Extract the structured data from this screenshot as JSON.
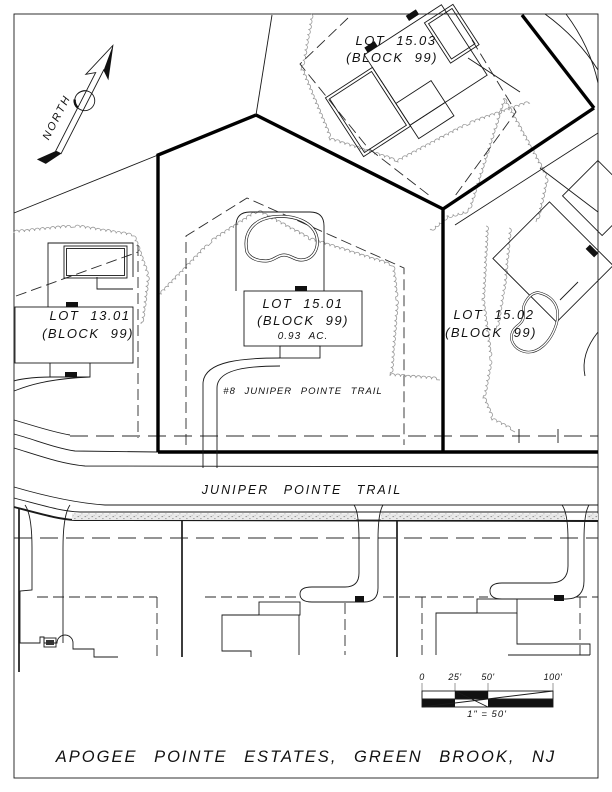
{
  "north": {
    "label": "NORTH"
  },
  "lots": {
    "lot_15_03": {
      "name": "LOT 15.03",
      "block": "(BLOCK 99)"
    },
    "lot_13_01": {
      "name": "LOT 13.01",
      "block": "(BLOCK 99)"
    },
    "lot_15_01": {
      "name": "LOT 15.01",
      "block": "(BLOCK 99)",
      "area": "0.93 AC."
    },
    "lot_15_02": {
      "name": "LOT 15.02",
      "block": "(BLOCK 99)"
    }
  },
  "street": {
    "name": "JUNIPER POINTE TRAIL",
    "address_label": "#8 JUNIPER POINTE TRAIL"
  },
  "scale_bar": {
    "ticks": [
      "0",
      "25'",
      "50'",
      "100'"
    ],
    "scale_label": "1\" = 50'"
  },
  "title": "APOGEE POINTE ESTATES, GREEN BROOK, NJ",
  "colors": {
    "ink": "#1a1a1a",
    "tree_line": "#979797",
    "sidewalk_hatch": "#b5b5b5",
    "paper": "#ffffff"
  }
}
